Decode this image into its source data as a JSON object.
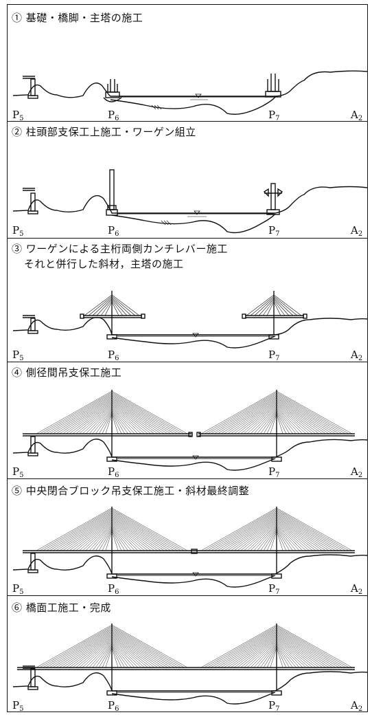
{
  "panels": [
    {
      "title": "① 基礎・橋脚・主塔の施工",
      "title2": "",
      "labels": {
        "p5": "P",
        "p5_sub": "5",
        "p6": "P",
        "p6_sub": "6",
        "p7": "P",
        "p7_sub": "7",
        "a2": "A",
        "a2_sub": "2"
      }
    },
    {
      "title": "② 柱頭部支保工上施工・ワーゲン組立",
      "title2": "",
      "labels": {
        "p5": "P",
        "p5_sub": "5",
        "p6": "P",
        "p6_sub": "6",
        "p7": "P",
        "p7_sub": "7",
        "a2": "A",
        "a2_sub": "2"
      }
    },
    {
      "title": "③ ワーゲンによる主桁両側カンチレバー施工",
      "title2": "それと併行した斜材，主塔の施工",
      "labels": {
        "p5": "P",
        "p5_sub": "5",
        "p6": "P",
        "p6_sub": "6",
        "p7": "P",
        "p7_sub": "7",
        "a2": "A",
        "a2_sub": "2"
      }
    },
    {
      "title": "④ 側径間吊支保工施工",
      "title2": "",
      "labels": {
        "p5": "P",
        "p5_sub": "5",
        "p6": "P",
        "p6_sub": "6",
        "p7": "P",
        "p7_sub": "7",
        "a2": "A",
        "a2_sub": "2"
      }
    },
    {
      "title": "⑤ 中央閉合ブロック吊支保工施工・斜材最終調整",
      "title2": "",
      "labels": {
        "p5": "P",
        "p5_sub": "5",
        "p6": "P",
        "p6_sub": "6",
        "p7": "P",
        "p7_sub": "7",
        "a2": "A",
        "a2_sub": "2"
      }
    },
    {
      "title": "⑥ 橋面工施工・完成",
      "title2": "",
      "labels": {
        "p5": "P",
        "p5_sub": "5",
        "p6": "P",
        "p6_sub": "6",
        "p7": "P",
        "p7_sub": "7",
        "a2": "A",
        "a2_sub": "2"
      }
    }
  ]
}
